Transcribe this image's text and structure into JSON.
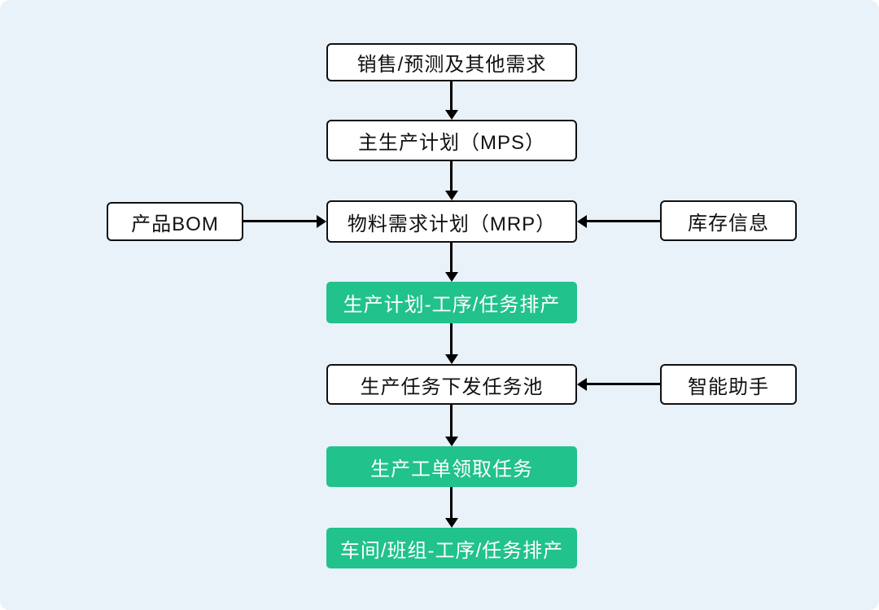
{
  "diagram": {
    "title": "production-planning-flowchart",
    "colors": {
      "background": "#e9f1f9",
      "node_white_bg": "#ffffff",
      "node_white_border": "#111111",
      "node_green_bg": "#21c28b",
      "node_green_text": "#ffffff",
      "arrow": "#000000"
    },
    "nodes": {
      "sales_forecast": {
        "label": "销售/预测及其他需求",
        "type": "white"
      },
      "mps": {
        "label": "主生产计划（MPS）",
        "type": "white"
      },
      "bom": {
        "label": "产品BOM",
        "type": "white"
      },
      "mrp": {
        "label": "物料需求计划（MRP）",
        "type": "white"
      },
      "inventory": {
        "label": "库存信息",
        "type": "white"
      },
      "plan_scheduling": {
        "label": "生产计划-工序/任务排产",
        "type": "green"
      },
      "task_pool": {
        "label": "生产任务下发任务池",
        "type": "white"
      },
      "assistant": {
        "label": "智能助手",
        "type": "white"
      },
      "work_order": {
        "label": "生产工单领取任务",
        "type": "green"
      },
      "workshop_scheduling": {
        "label": "车间/班组-工序/任务排产",
        "type": "green"
      }
    },
    "edges": [
      {
        "from": "sales_forecast",
        "to": "mps",
        "direction": "down"
      },
      {
        "from": "mps",
        "to": "mrp",
        "direction": "down"
      },
      {
        "from": "bom",
        "to": "mrp",
        "direction": "right"
      },
      {
        "from": "inventory",
        "to": "mrp",
        "direction": "left"
      },
      {
        "from": "mrp",
        "to": "plan_scheduling",
        "direction": "down"
      },
      {
        "from": "plan_scheduling",
        "to": "task_pool",
        "direction": "down"
      },
      {
        "from": "assistant",
        "to": "task_pool",
        "direction": "left"
      },
      {
        "from": "task_pool",
        "to": "work_order",
        "direction": "down"
      },
      {
        "from": "work_order",
        "to": "workshop_scheduling",
        "direction": "down"
      }
    ]
  }
}
